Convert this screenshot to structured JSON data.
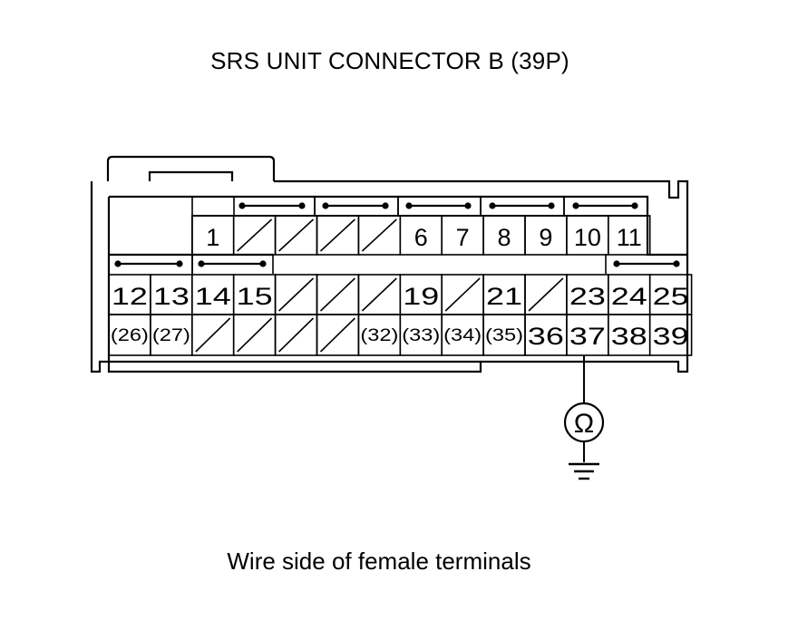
{
  "title": "SRS UNIT CONNECTOR B (39P)",
  "caption": "Wire side of female terminals",
  "meter_symbol": "Ω",
  "ground_icon": "ground-icon",
  "row1_cells": [
    "1",
    "",
    "",
    "",
    "",
    "6",
    "7",
    "8",
    "9",
    "10",
    "11"
  ],
  "row2_cells": [
    "12",
    "13",
    "14",
    "15",
    "",
    "",
    "",
    "19",
    "",
    "21",
    "",
    "23",
    "24",
    "25"
  ],
  "row3_cells": [
    "(26)",
    "(27)",
    "",
    "",
    "",
    "",
    "(32)",
    "(33)",
    "(34)",
    "(35)",
    "36",
    "37",
    "38",
    "39"
  ],
  "probe_terminal": "37"
}
